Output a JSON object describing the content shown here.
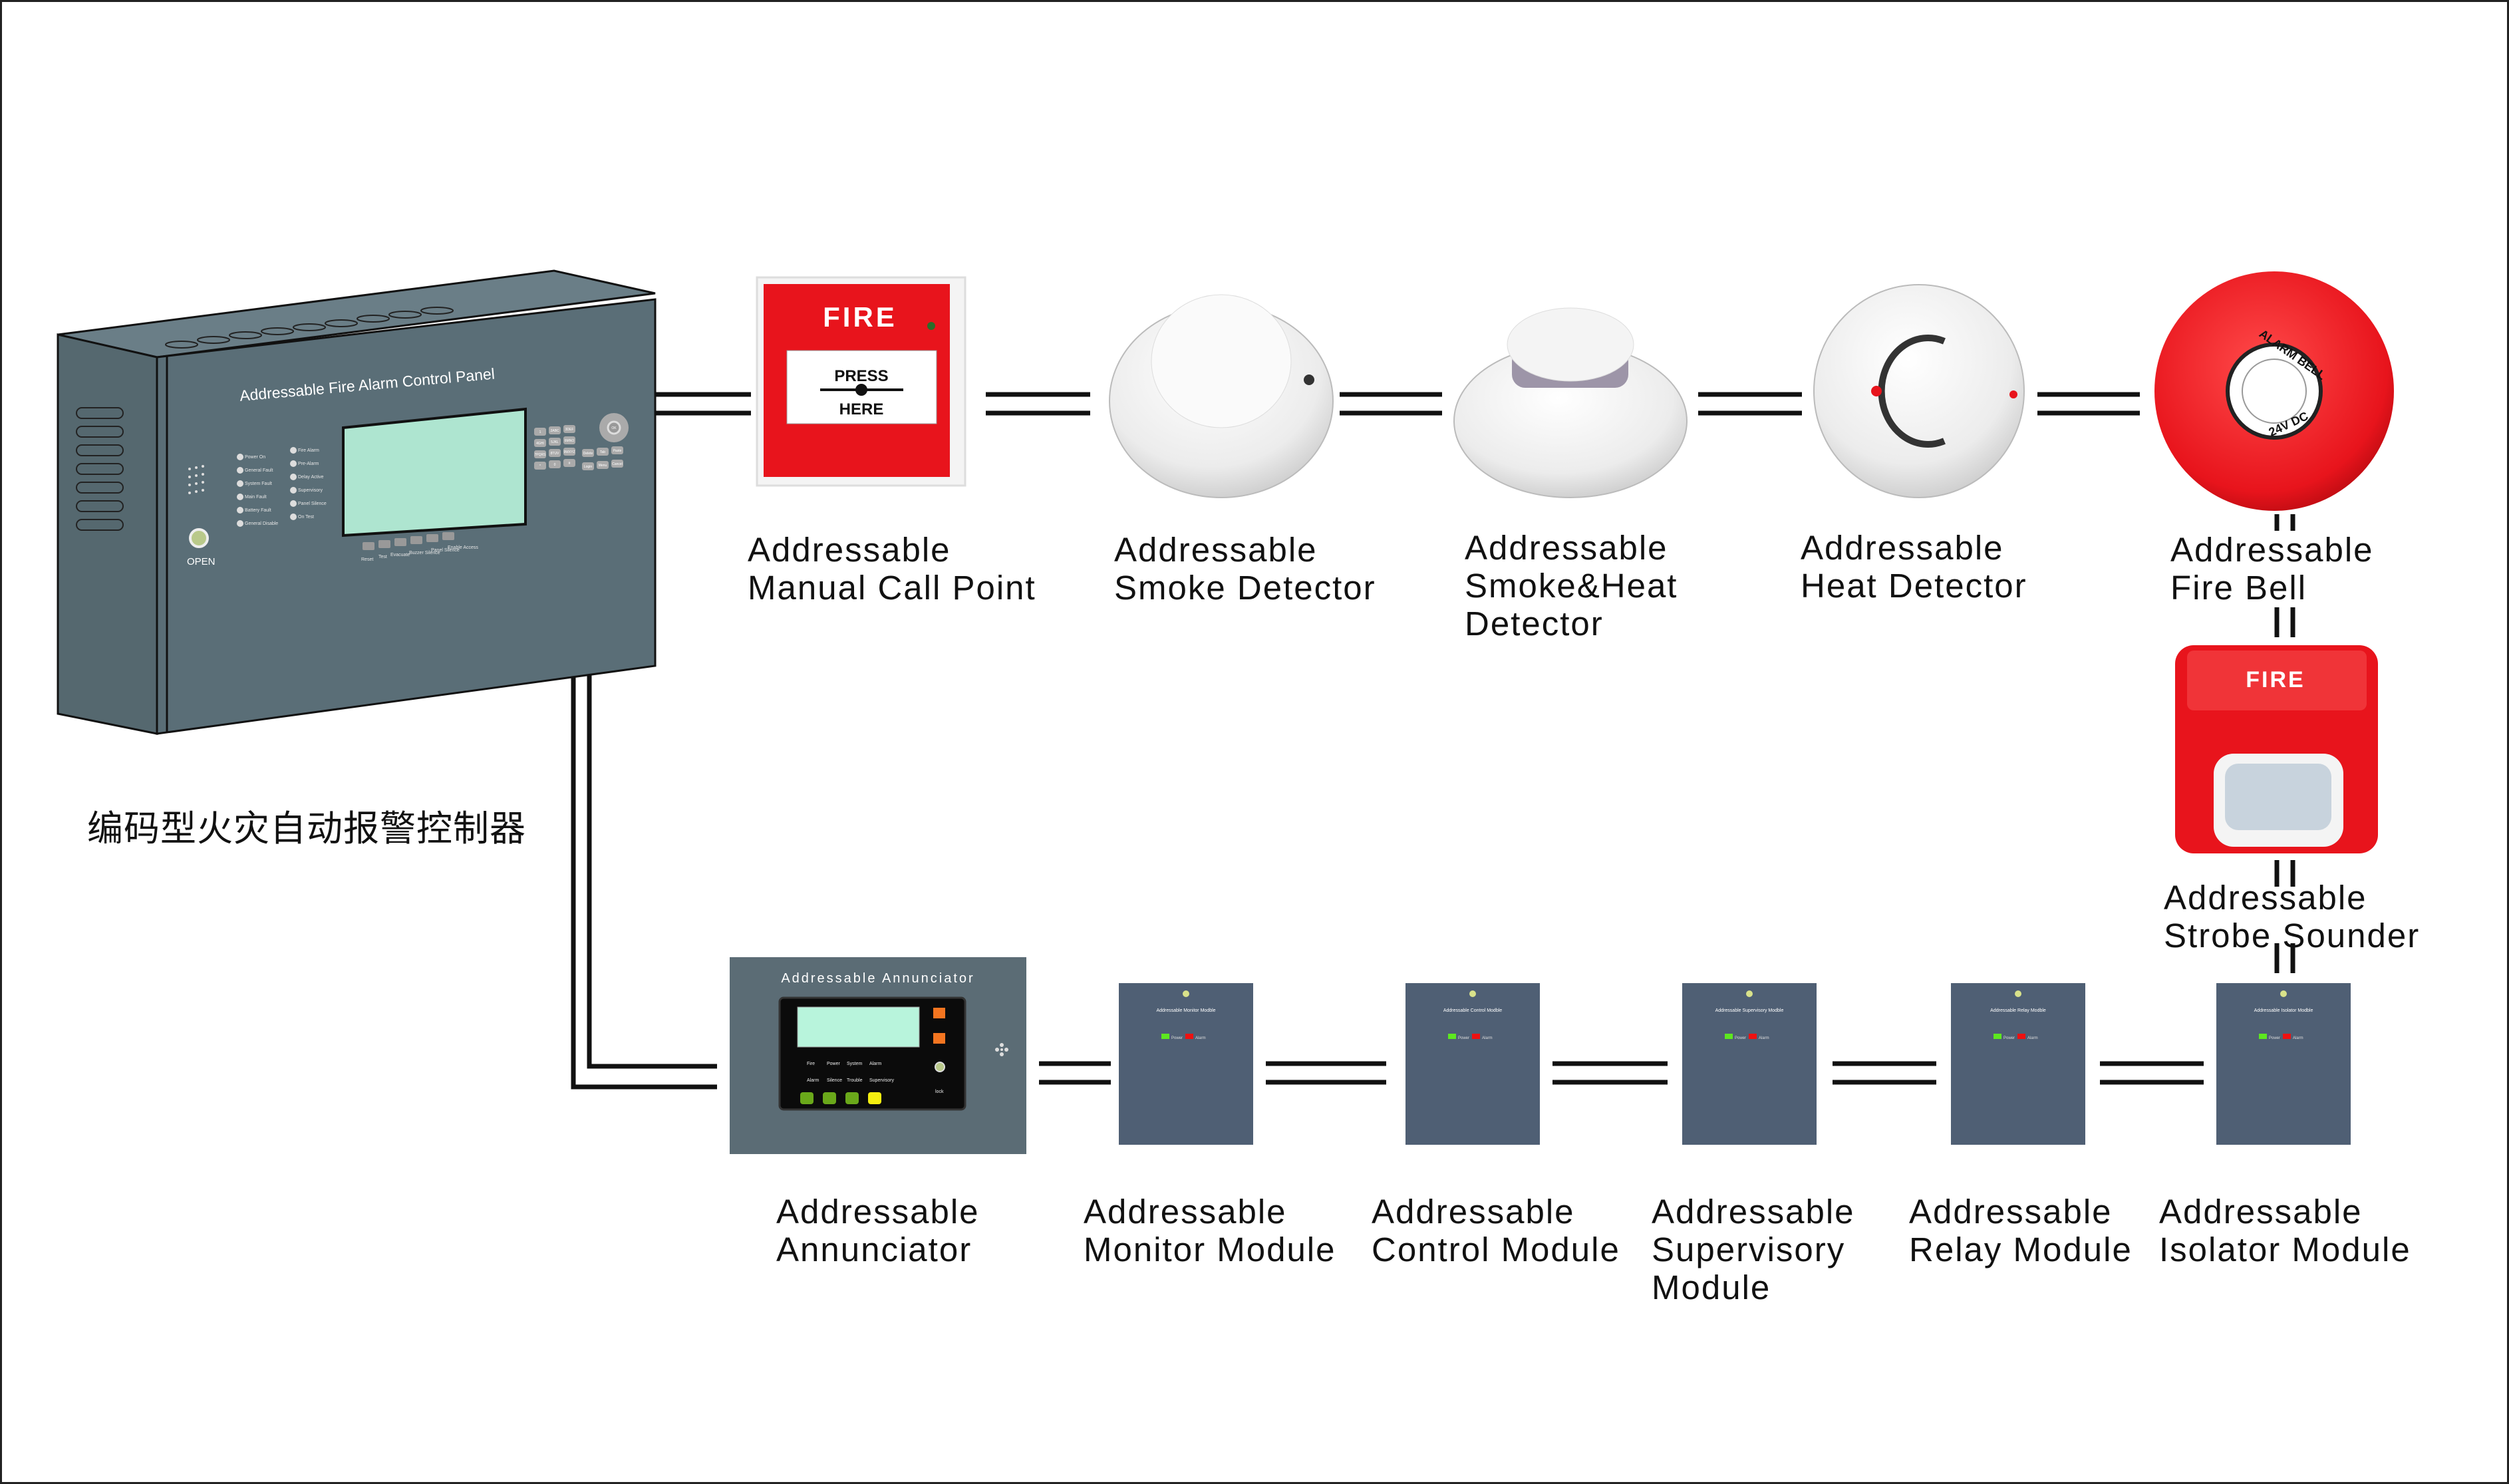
{
  "control_panel": {
    "title": "Addressable Fire Alarm Control Panel",
    "open_label": "OPEN",
    "leds_left": [
      "Power On",
      "General Fault",
      "System Fault",
      "Main Fault",
      "Battery Fault",
      "General Disable"
    ],
    "leds_right": [
      "Fire Alarm",
      "Pre-Alarm",
      "Delay Active",
      "Supervisory",
      "Panel Silence",
      "On Test"
    ],
    "buttons": [
      "Reset",
      "Test",
      "Evacuate",
      "Buzzer Silence",
      "Panel Silence",
      "Enable Access"
    ],
    "keypad": [
      "1",
      "2ABC",
      "3DEF",
      "4GHI",
      "5JKL",
      "6MNO",
      "7PQRS",
      "8TUV",
      "9WXYZ",
      "*",
      "0",
      "#"
    ],
    "nav_keys": [
      "OK",
      "Delete",
      "Tab",
      "Paste",
      "Login",
      "Menu",
      "Cancel"
    ],
    "chinese_label": "编码型火灾自动报警控制器",
    "color": "#5a6e77",
    "lcd_color": "#aee5d0"
  },
  "top_devices": [
    {
      "id": "manual-call-point",
      "lines": [
        "Addressable",
        "Manual Call Point"
      ],
      "face_text": [
        "FIRE",
        "PRESS",
        "HERE"
      ]
    },
    {
      "id": "smoke-detector",
      "lines": [
        "Addressable",
        "Smoke  Detector"
      ]
    },
    {
      "id": "smoke-heat-detector",
      "lines": [
        "Addressable",
        "Smoke&Heat",
        "Detector"
      ]
    },
    {
      "id": "heat-detector",
      "lines": [
        "Addressable",
        "Heat  Detector"
      ]
    },
    {
      "id": "fire-bell",
      "lines": [
        "Addressable",
        "Fire  Bell"
      ],
      "face_text": [
        "ALARM BELL",
        "24V DC"
      ]
    }
  ],
  "strobe_sounder": {
    "lines": [
      "Addressable",
      "Strobe Sounder"
    ],
    "face_text": "FIRE"
  },
  "annunciator": {
    "lines": [
      "Addressable",
      "Annunciator"
    ],
    "panel_title": "Addressable Annunciator",
    "indicators": [
      "Fire",
      "Power",
      "System",
      "Alarm",
      "Alarm",
      "Silence",
      "Trouble",
      "Supervisory"
    ],
    "buttons": [
      "Alarm",
      "Silence",
      "Trouble",
      "Supervisory"
    ],
    "lock_label": "lock"
  },
  "modules": [
    {
      "id": "monitor",
      "lines": [
        "Addressable",
        "Monitor Module"
      ],
      "face_title": "Addressable Monitor Modble"
    },
    {
      "id": "control",
      "lines": [
        "Addressable",
        "Control Module"
      ],
      "face_title": "Addressable Control Modble"
    },
    {
      "id": "supervisory",
      "lines": [
        "Addressable",
        "Supervisory",
        "Module"
      ],
      "face_title": "Addressable Supervisory Modble"
    },
    {
      "id": "relay",
      "lines": [
        "Addressable",
        "Relay Module"
      ],
      "face_title": "Addressable Relay Modble"
    },
    {
      "id": "isolator",
      "lines": [
        "Addressable",
        "Isolator Module"
      ],
      "face_title": "Addressable Isolator Modble"
    }
  ],
  "module_leds": {
    "power": "Power",
    "alarm": "Alarm",
    "power_color": "#5de81f",
    "alarm_color": "#ee1111",
    "module_color": "#4f5f74"
  },
  "colors": {
    "device_red": "#e8141c",
    "wire": "#111111"
  }
}
